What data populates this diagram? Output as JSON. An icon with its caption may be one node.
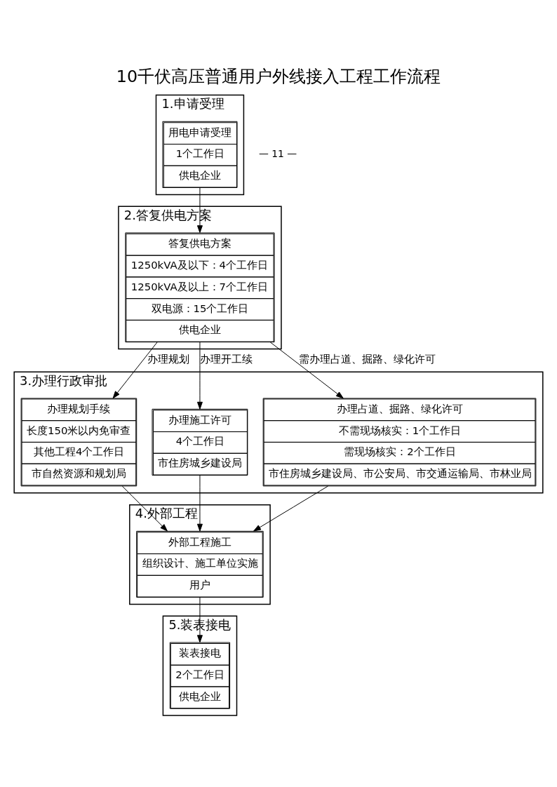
{
  "diagram": {
    "title": "10千伏高压普通用户外线接入工程工作流程",
    "nodes": [
      {
        "text": [
          "1.申请受理"
        ]
      },
      {
        "text": [
          "用电申请受理",
          "1个工作日",
          "供电企业"
        ],
        "in": 0
      },
      {
        "text": [
          "2.答复供电方案"
        ]
      },
      {
        "text": [
          "答复供电方案",
          "1250kVA及以下：4个工作日",
          "1250kVA及以上：7个工作日",
          "双电源：15个工作日",
          "供电企业"
        ],
        "in": 2
      },
      {
        "text": [
          "3.办理行政审批"
        ]
      },
      {
        "text": [
          "办理规划手续",
          "长度150米以内免审查",
          "其他工程4个工作日",
          "市自然资源和规划局"
        ],
        "in": 4
      },
      {
        "text": [
          "办理施工许可",
          "4个工作日",
          "市住房城乡建设局"
        ],
        "in": 4
      },
      {
        "text": [
          "办理占道、掘路、绿化许可",
          "不需现场核实：1个工作日",
          "需现场核实：2个工作日",
          "市住房城乡建设局、市公安局、市交通运输局、市林业局"
        ],
        "in": 4
      },
      {
        "text": [
          "4.外部工程"
        ]
      },
      {
        "text": [
          "外部工程施工",
          "组织设计、施工单位实施",
          "用户"
        ],
        "in": 8
      },
      {
        "text": [
          "5.装表接电"
        ]
      },
      {
        "text": [
          "装表接电",
          "2个工作日",
          "供电企业"
        ],
        "in": 10
      }
    ],
    "edges": [
      {
        "from": 1,
        "to": 3,
        "arrow": "to"
      },
      {
        "from": 3,
        "to": 5,
        "arrow": "to",
        "label": "办理规划"
      },
      {
        "from": 3,
        "to": 6,
        "arrow": "to",
        "label": "办理开工续"
      },
      {
        "from": 3,
        "to": 7,
        "arrow": "to",
        "label": "需办理占道、掘路、绿化许可"
      },
      {
        "from": 5,
        "to": 9,
        "arrow": "to"
      },
      {
        "from": 6,
        "to": 9,
        "arrow": "to"
      },
      {
        "from": 7,
        "to": 9,
        "arrow": "to"
      },
      {
        "from": 9,
        "to": 11,
        "arrow": "to"
      }
    ],
    "labels": [
      "— 11 —"
    ]
  }
}
